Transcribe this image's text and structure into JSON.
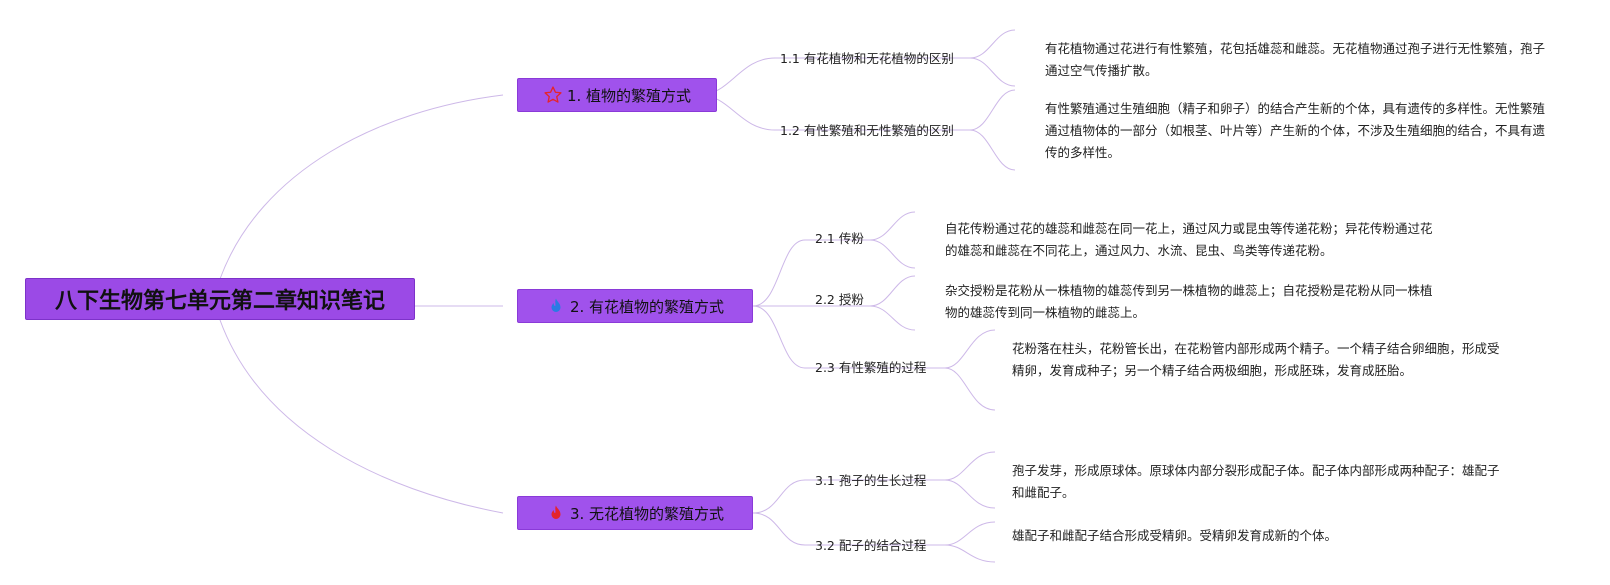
{
  "root": {
    "title": "八下生物第七单元第二章知识笔记"
  },
  "topics": [
    {
      "label": "1. 植物的繁殖方式",
      "icon": "star-outline-icon",
      "icon_color": "#e5242b",
      "subtopics": [
        {
          "label": "1.1 有花植物和无花植物的区别",
          "note": "有花植物通过花进行有性繁殖，花包括雄蕊和雌蕊。无花植物通过孢子进行无性繁殖，孢子通过空气传播扩散。"
        },
        {
          "label": "1.2 有性繁殖和无性繁殖的区别",
          "note": "有性繁殖通过生殖细胞（精子和卵子）的结合产生新的个体，具有遗传的多样性。无性繁殖通过植物体的一部分（如根茎、叶片等）产生新的个体，不涉及生殖细胞的结合，不具有遗传的多样性。"
        }
      ]
    },
    {
      "label": "2. 有花植物的繁殖方式",
      "icon": "blue-flame-icon",
      "icon_color": "#2a7be4",
      "subtopics": [
        {
          "label": "2.1 传粉",
          "note": "自花传粉通过花的雄蕊和雌蕊在同一花上，通过风力或昆虫等传递花粉；异花传粉通过花的雄蕊和雌蕊在不同花上，通过风力、水流、昆虫、鸟类等传递花粉。"
        },
        {
          "label": "2.2 授粉",
          "note": "杂交授粉是花粉从一株植物的雄蕊传到另一株植物的雌蕊上；自花授粉是花粉从同一株植物的雄蕊传到同一株植物的雌蕊上。"
        },
        {
          "label": "2.3 有性繁殖的过程",
          "note": "花粉落在柱头，花粉管长出，在花粉管内部形成两个精子。一个精子结合卵细胞，形成受精卵，发育成种子；另一个精子结合两极细胞，形成胚珠，发育成胚胎。"
        }
      ]
    },
    {
      "label": "3. 无花植物的繁殖方式",
      "icon": "red-fire-icon",
      "icon_color": "#e5242b",
      "subtopics": [
        {
          "label": "3.1 孢子的生长过程",
          "note": "孢子发芽，形成原球体。原球体内部分裂形成配子体。配子体内部形成两种配子：雄配子和雌配子。"
        },
        {
          "label": "3.2 配子的结合过程",
          "note": "雄配子和雌配子结合形成受精卵。受精卵发育成新的个体。"
        }
      ]
    }
  ],
  "colors": {
    "node_fill": "#a052ec",
    "root_fill": "#9b4ae6",
    "line": "#c9b3e6"
  }
}
